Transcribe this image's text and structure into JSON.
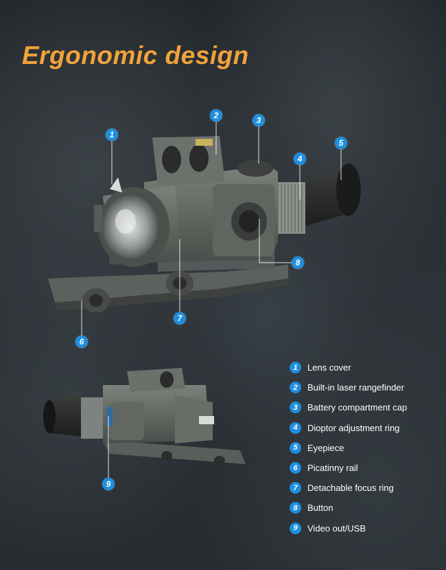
{
  "title": "Ergonomic design",
  "colors": {
    "title": "#f2a23a",
    "marker": "#1e8fe0",
    "text": "#ffffff",
    "background": "#2a2f33"
  },
  "markers": [
    "1",
    "2",
    "3",
    "4",
    "5",
    "6",
    "7",
    "8",
    "9"
  ],
  "legend": [
    {
      "num": "1",
      "label": "Lens cover"
    },
    {
      "num": "2",
      "label": "Built-in laser rangefinder"
    },
    {
      "num": "3",
      "label": "Battery compartment cap"
    },
    {
      "num": "4",
      "label": "Dioptor adjustment ring"
    },
    {
      "num": "5",
      "label": "Eyepiece"
    },
    {
      "num": "6",
      "label": "Picatinny rail"
    },
    {
      "num": "7",
      "label": "Detachable focus ring"
    },
    {
      "num": "8",
      "label": "Button"
    },
    {
      "num": "9",
      "label": "Video out/USB"
    }
  ]
}
